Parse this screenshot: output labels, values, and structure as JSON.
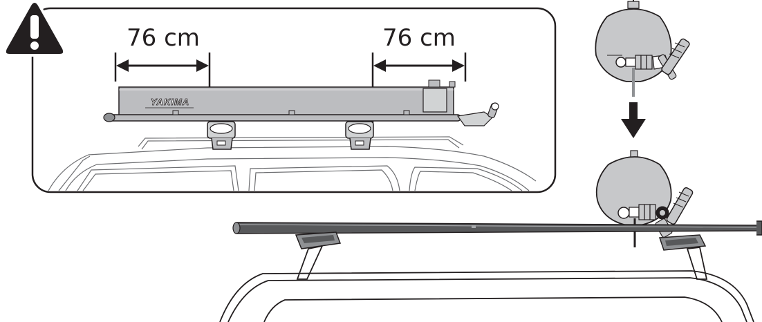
{
  "inset": {
    "left_dimension": "76 cm",
    "right_dimension": "76 cm",
    "brand_label": "YAKIMA"
  },
  "warning": {
    "symbol": "!",
    "icon": "warning-triangle-icon"
  },
  "step_arrow": {
    "icon": "down-arrow-icon"
  },
  "colors": {
    "line": "#231f20",
    "box_fill": "#bcbdc0",
    "box_dark": "#8f9194",
    "bar_fill": "#58595b",
    "inset_border": "#231f20",
    "valve_fill": "#c7c8ca"
  }
}
